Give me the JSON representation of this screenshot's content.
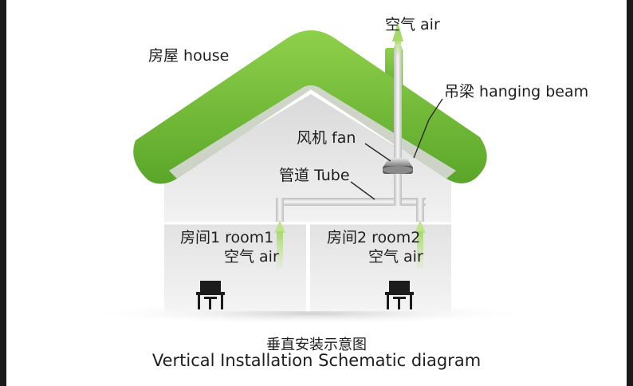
{
  "labels": {
    "air_top": "空气 air",
    "house": "房屋 house",
    "hanging_beam": "吊梁 hanging beam",
    "fan": "风机 fan",
    "tube": "管道 Tube",
    "room1_name": "房间1 room1",
    "room1_air": "空气 air",
    "room2_name": "房间2 room2",
    "room2_air": "空气 air"
  },
  "caption": {
    "title_cn": "垂直安装示意图",
    "title_en": "Vertical Installation Schematic diagram"
  },
  "colors": {
    "roof_green": "#6ab82e",
    "roof_light": "#9bd45a",
    "wall": "#e6e6e6",
    "room_wall": "#dcdcdc",
    "tube": "#d8d8d8",
    "arrow": "#b9e08a",
    "text": "#1e1e1e"
  },
  "icons": [
    "up-arrow-icon",
    "fan-icon",
    "chair-icon"
  ]
}
